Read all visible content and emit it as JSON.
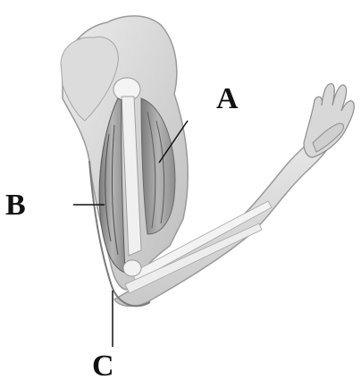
{
  "labels": {
    "a": "A",
    "b": "B",
    "c": "C"
  },
  "colors": {
    "skin_light": "#e6e6e6",
    "skin_mid": "#c8c8c8",
    "skin_dark": "#9a9a9a",
    "bone": "#f2f2f2",
    "muscle": "#a8a8a8",
    "muscle_dark": "#6e6e6e",
    "leader_line": "#111111"
  }
}
